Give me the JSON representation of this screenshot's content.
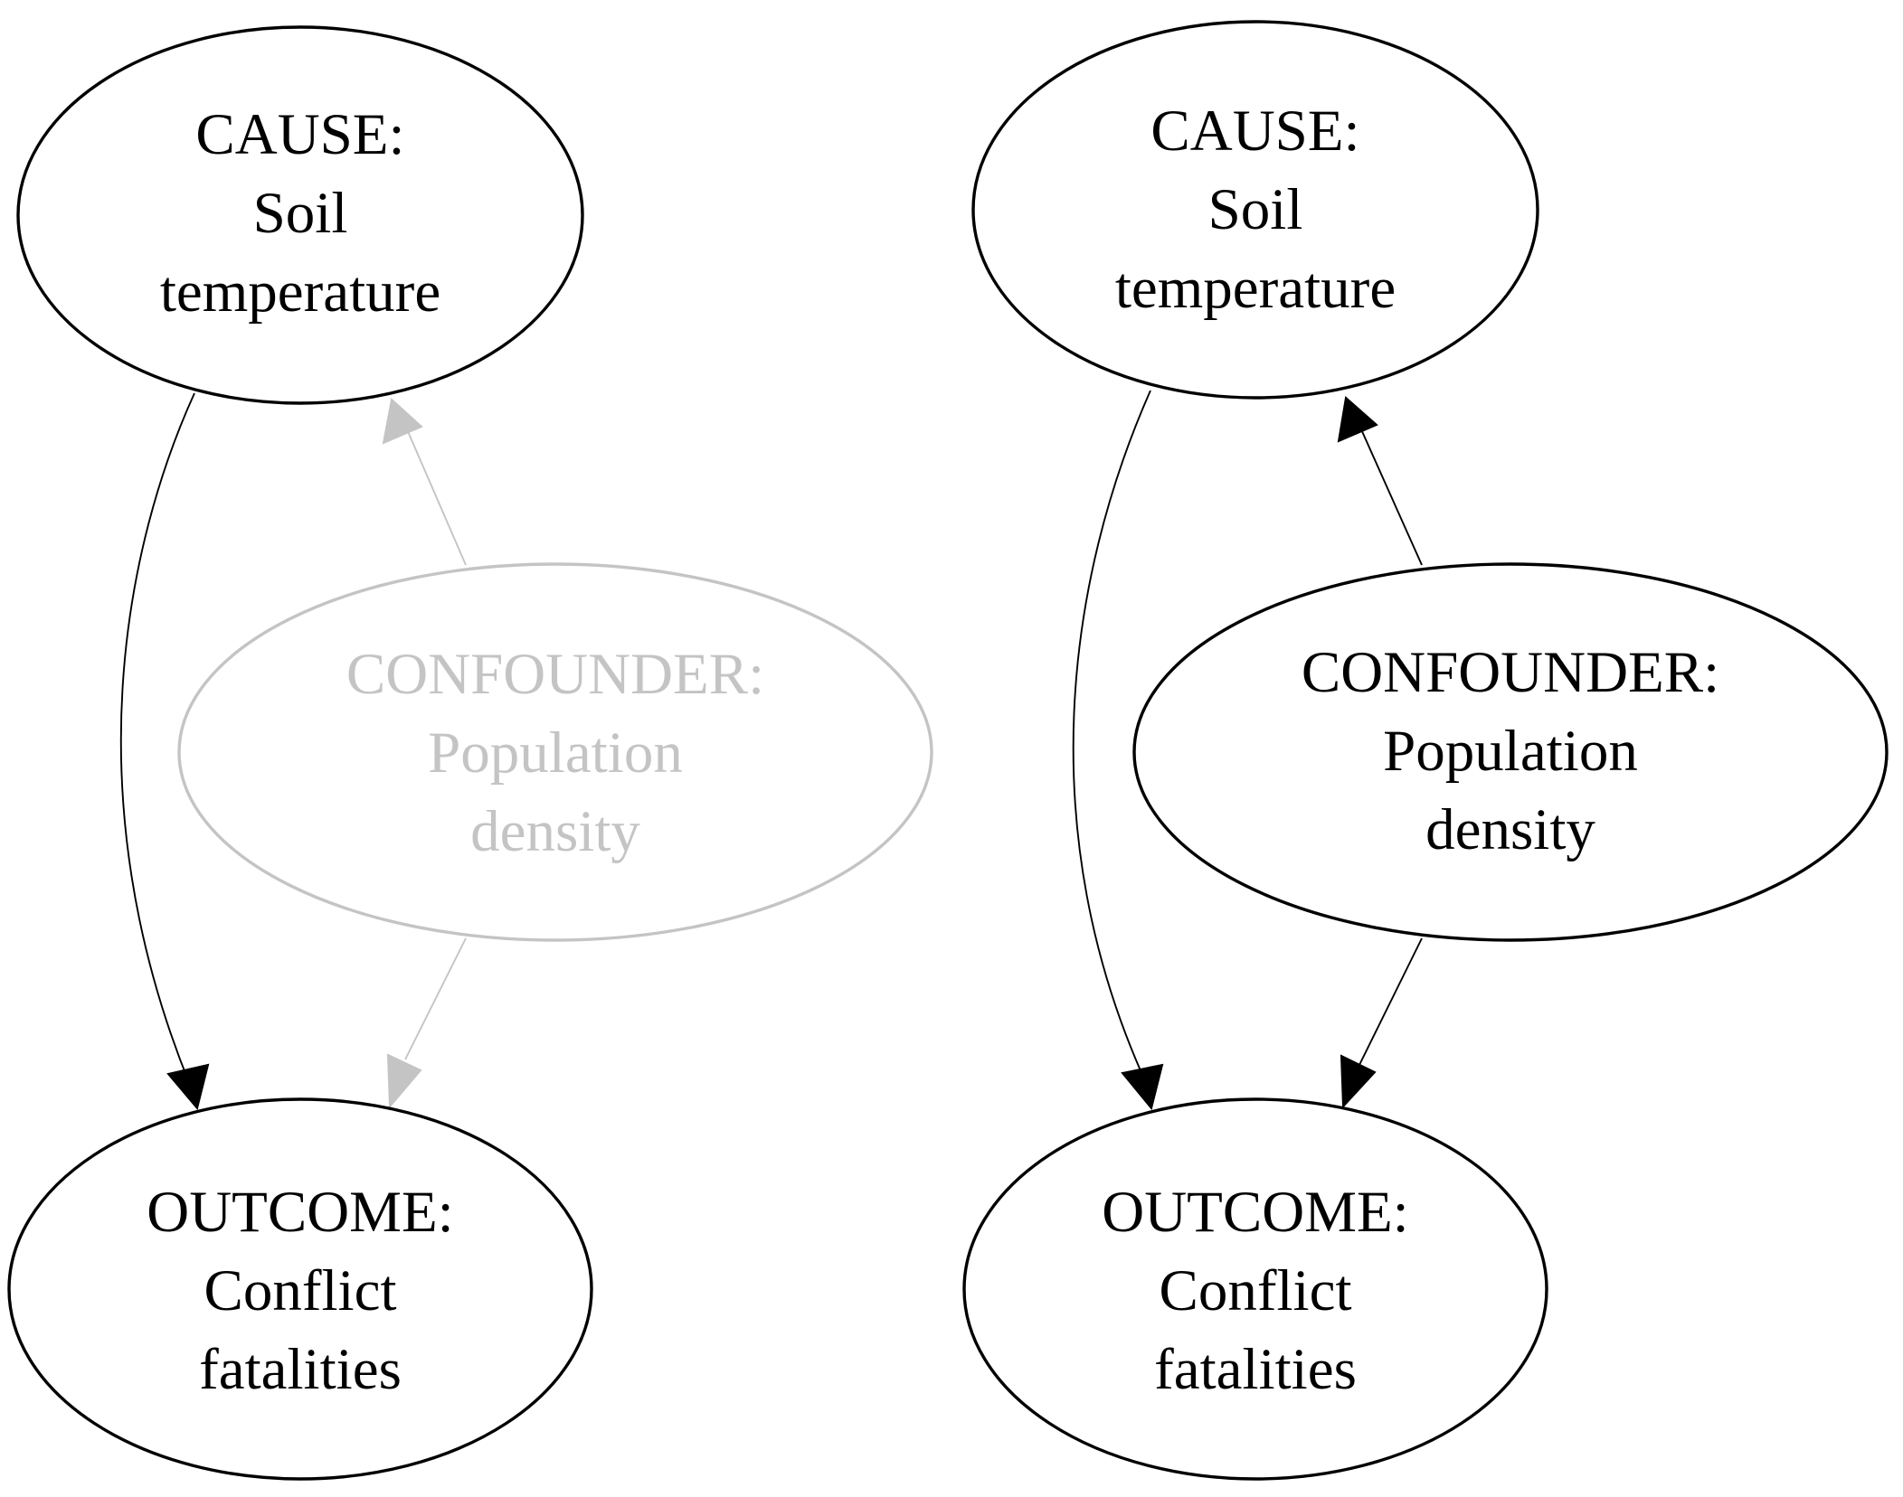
{
  "colors": {
    "active": "#000000",
    "faded": "#c4c4c4",
    "background": "#ffffff"
  },
  "panels": [
    {
      "nodes": {
        "cause": {
          "lines": [
            "CAUSE:",
            "Soil",
            "temperature"
          ],
          "state": "active"
        },
        "confounder": {
          "lines": [
            "CONFOUNDER:",
            "Population",
            "density"
          ],
          "state": "faded"
        },
        "outcome": {
          "lines": [
            "OUTCOME:",
            "Conflict",
            "fatalities"
          ],
          "state": "active"
        }
      },
      "edges": [
        {
          "from": "cause",
          "to": "outcome",
          "state": "active"
        },
        {
          "from": "confounder",
          "to": "cause",
          "state": "faded"
        },
        {
          "from": "confounder",
          "to": "outcome",
          "state": "faded"
        }
      ]
    },
    {
      "nodes": {
        "cause": {
          "lines": [
            "CAUSE:",
            "Soil",
            "temperature"
          ],
          "state": "active"
        },
        "confounder": {
          "lines": [
            "CONFOUNDER:",
            "Population",
            "density"
          ],
          "state": "active"
        },
        "outcome": {
          "lines": [
            "OUTCOME:",
            "Conflict",
            "fatalities"
          ],
          "state": "active"
        }
      },
      "edges": [
        {
          "from": "cause",
          "to": "outcome",
          "state": "active"
        },
        {
          "from": "confounder",
          "to": "cause",
          "state": "active"
        },
        {
          "from": "confounder",
          "to": "outcome",
          "state": "active"
        }
      ]
    }
  ]
}
